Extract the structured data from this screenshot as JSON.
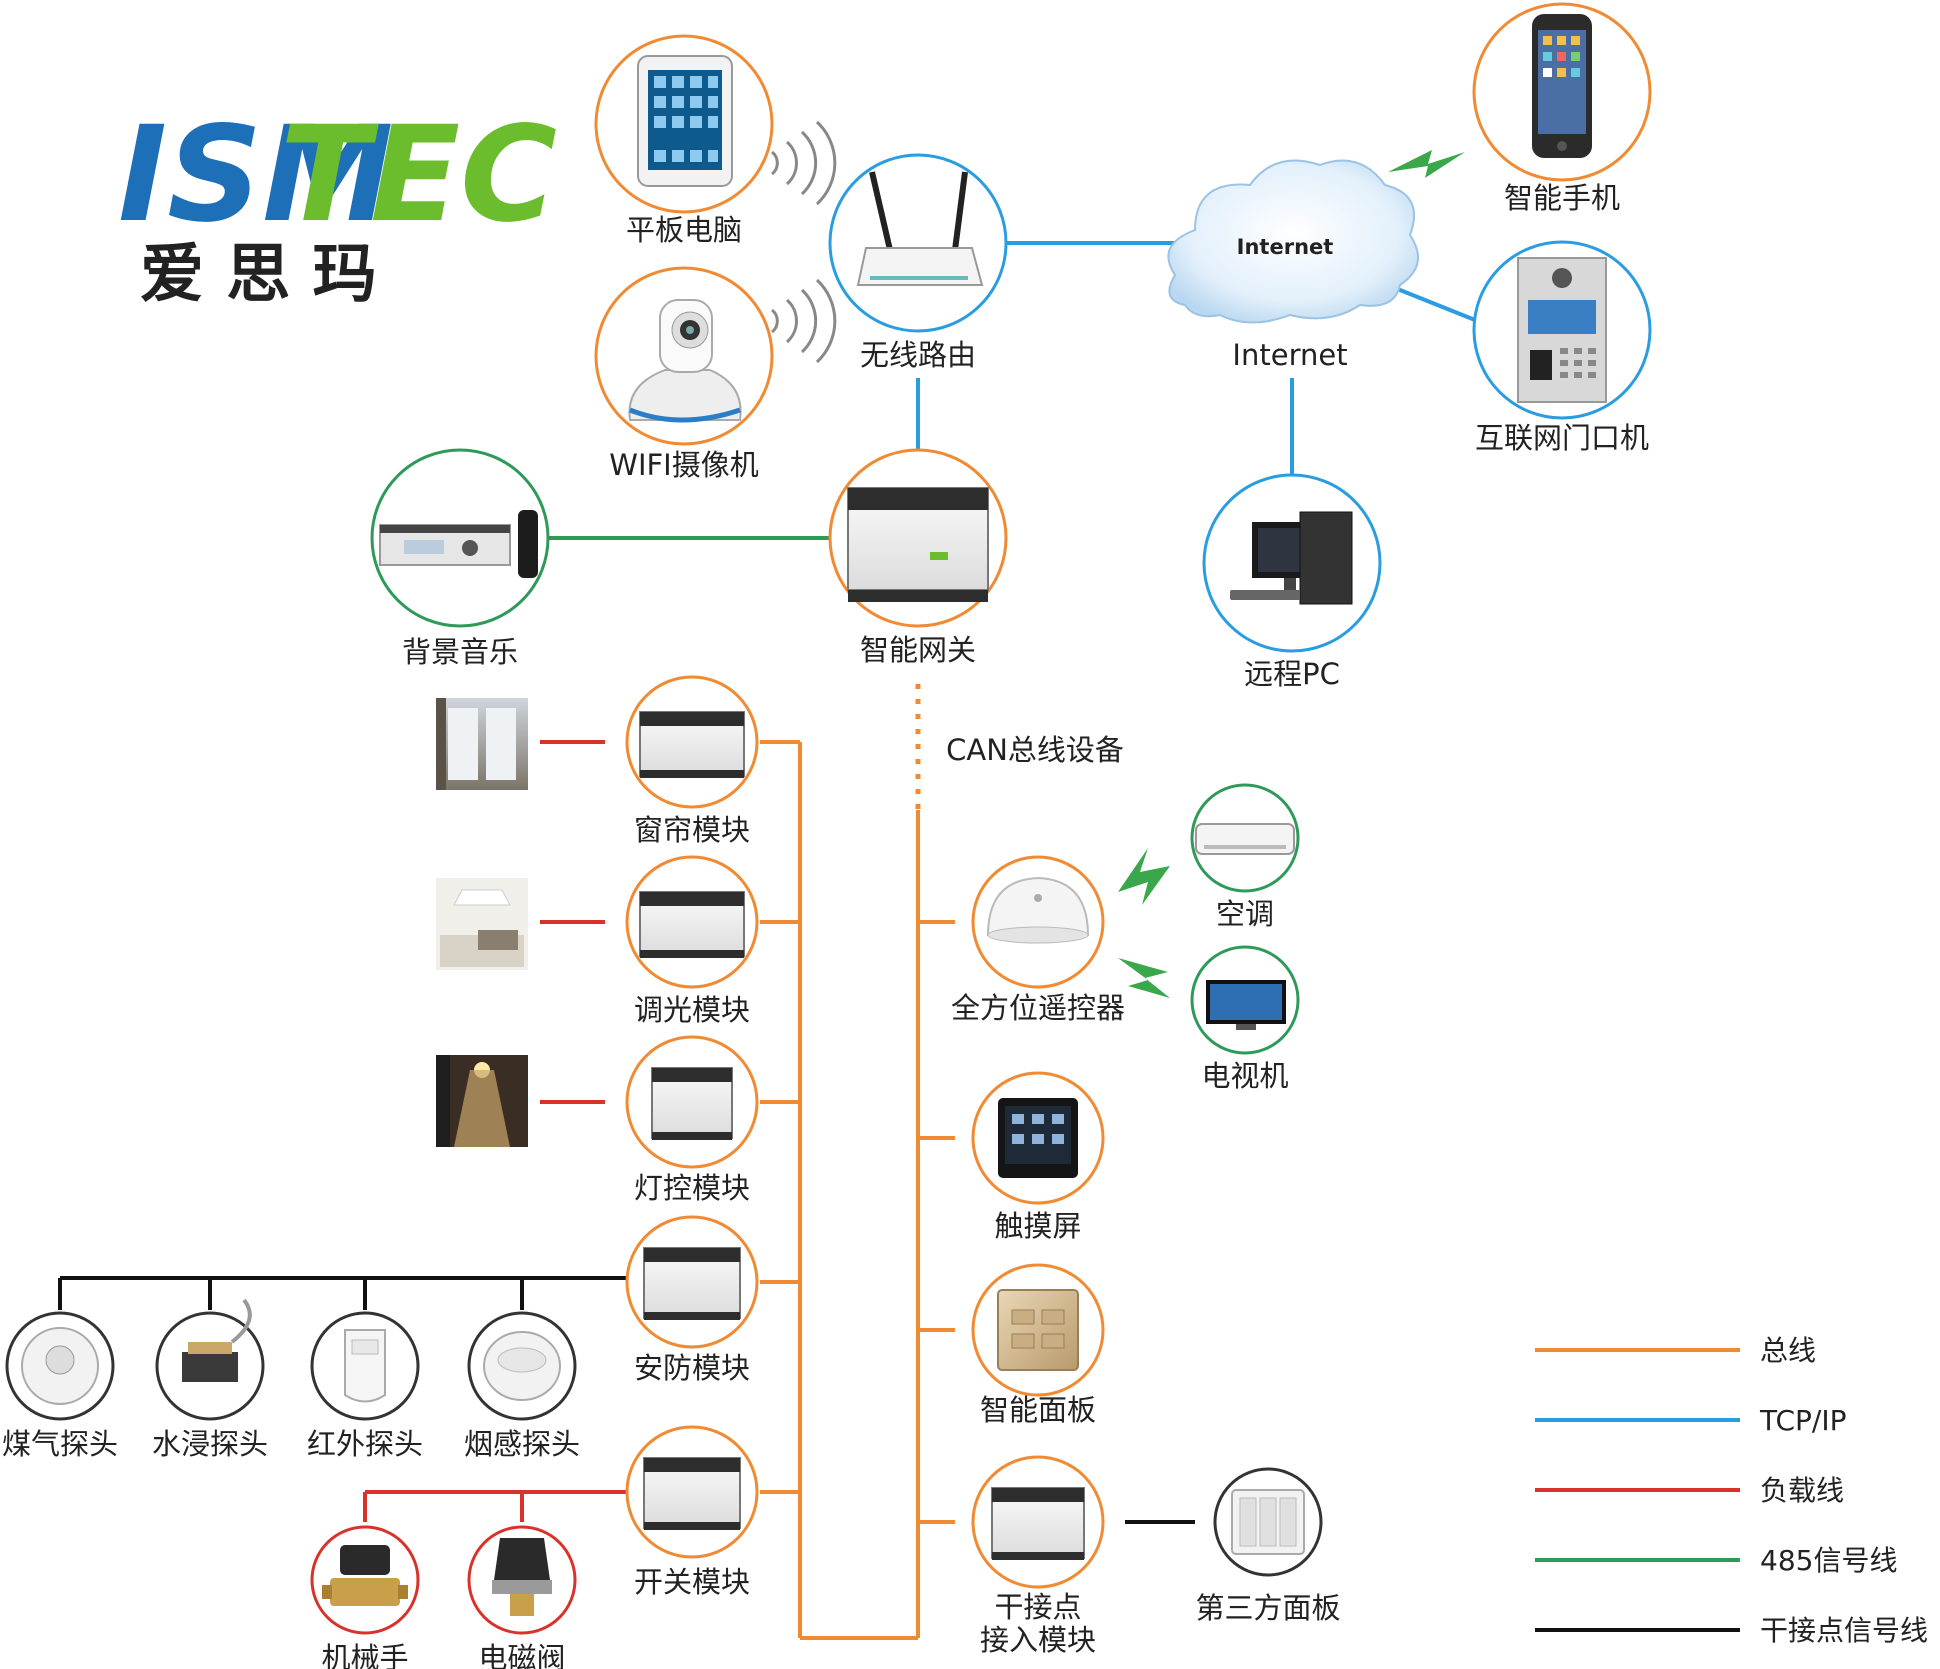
{
  "logo": {
    "brand_part1": "ISM",
    "brand_part2": "TEC",
    "chinese": "爱 思 玛",
    "color_blue": "#1d6fb8",
    "color_green": "#6cbd2d"
  },
  "network": {
    "tablet": "平板电脑",
    "router": "无线路由",
    "wifi_camera": "WIFI摄像机",
    "internet_cloud": "Internet",
    "internet": "Internet",
    "smartphone": "智能手机",
    "door_phone": "互联网门口机",
    "remote_pc": "远程PC",
    "background_music": "背景音乐",
    "gateway": "智能网关",
    "can_bus": "CAN总线设备"
  },
  "modules": {
    "curtain": "窗帘模块",
    "dimmer": "调光模块",
    "light": "灯控模块",
    "security": "安防模块",
    "switch": "开关模块"
  },
  "sensors": {
    "gas": "煤气探头",
    "water": "水浸探头",
    "infrared": "红外探头",
    "smoke": "烟感探头",
    "manipulator": "机械手",
    "solenoid": "电磁阀"
  },
  "can_devices": {
    "remote": "全方位遥控器",
    "ac": "空调",
    "tv": "电视机",
    "touch": "触摸屏",
    "panel": "智能面板",
    "dry_contact_line1": "干接点",
    "dry_contact_line2": "接入模块",
    "third_panel": "第三方面板"
  },
  "legend": [
    {
      "label": "总线",
      "color": "#f08a33"
    },
    {
      "label": "TCP/IP",
      "color": "#2a9de0"
    },
    {
      "label": "负载线",
      "color": "#d9322b"
    },
    {
      "label": "485信号线",
      "color": "#2e9a5a"
    },
    {
      "label": "干接点信号线",
      "color": "#111111"
    }
  ],
  "colors": {
    "bus": "#f08a33",
    "tcp": "#2a9de0",
    "load": "#d9322b",
    "rs485": "#2e9a5a",
    "dry": "#111111",
    "green_signal": "#3aa84a"
  }
}
